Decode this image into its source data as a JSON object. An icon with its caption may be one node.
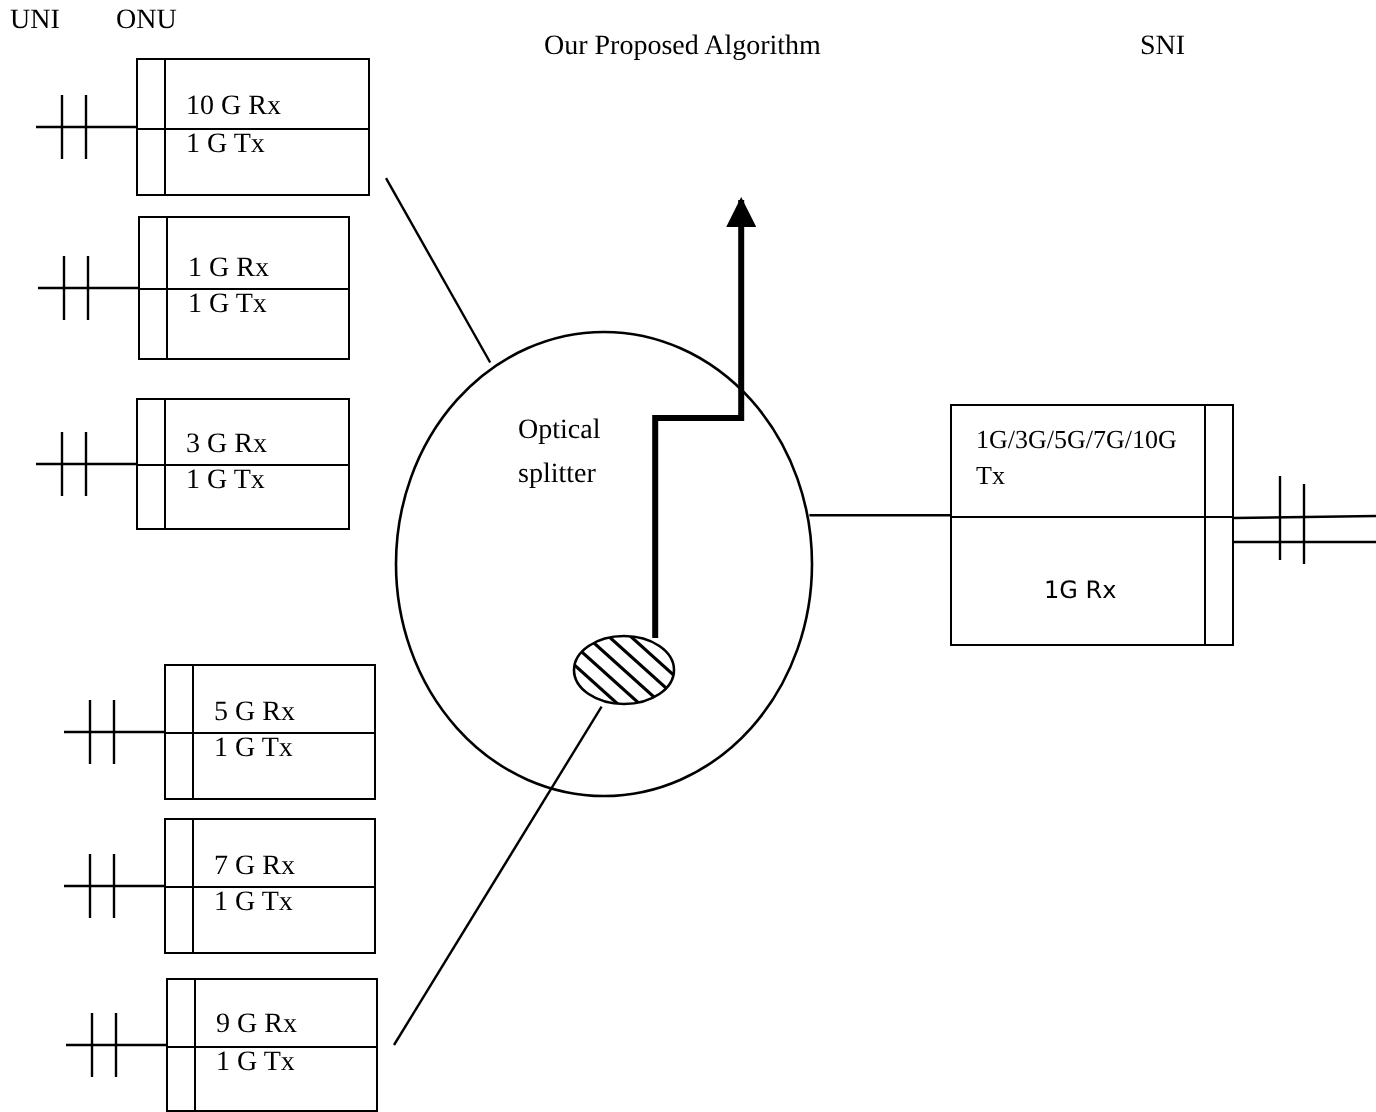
{
  "diagram": {
    "nodes": [
      {
        "text": [
          "10 G Rx",
          "1 G Tx"
        ]
      },
      {
        "text": [
          "1 G Rx",
          "1 G Tx"
        ]
      },
      {
        "text": [
          "3 G Rx",
          "1 G Tx"
        ]
      },
      {
        "text": [
          "5 G Rx",
          "1 G Tx"
        ]
      },
      {
        "text": [
          "7 G Rx",
          "1 G Tx"
        ]
      },
      {
        "text": [
          "9 G Rx",
          "1 G Tx"
        ]
      },
      {
        "text": [
          "Optical splitter"
        ]
      },
      {
        "text": [],
        "shape": "circle",
        "in": 6
      },
      {
        "text": [
          "1G/3G/5G/7G/10G Tx",
          "1G Rx"
        ]
      }
    ],
    "edges": [
      {
        "from": 0,
        "to": 6,
        "arrow": "none"
      },
      {
        "from": 5,
        "to": 7,
        "arrow": "none"
      },
      {
        "from": 6,
        "to": 8,
        "arrow": "none"
      },
      {
        "from": 7,
        "to": null,
        "arrow": "to",
        "style": "thick"
      }
    ],
    "labels": [
      "UNI",
      "ONU",
      "Our Proposed Algorithm",
      "SNI"
    ]
  }
}
